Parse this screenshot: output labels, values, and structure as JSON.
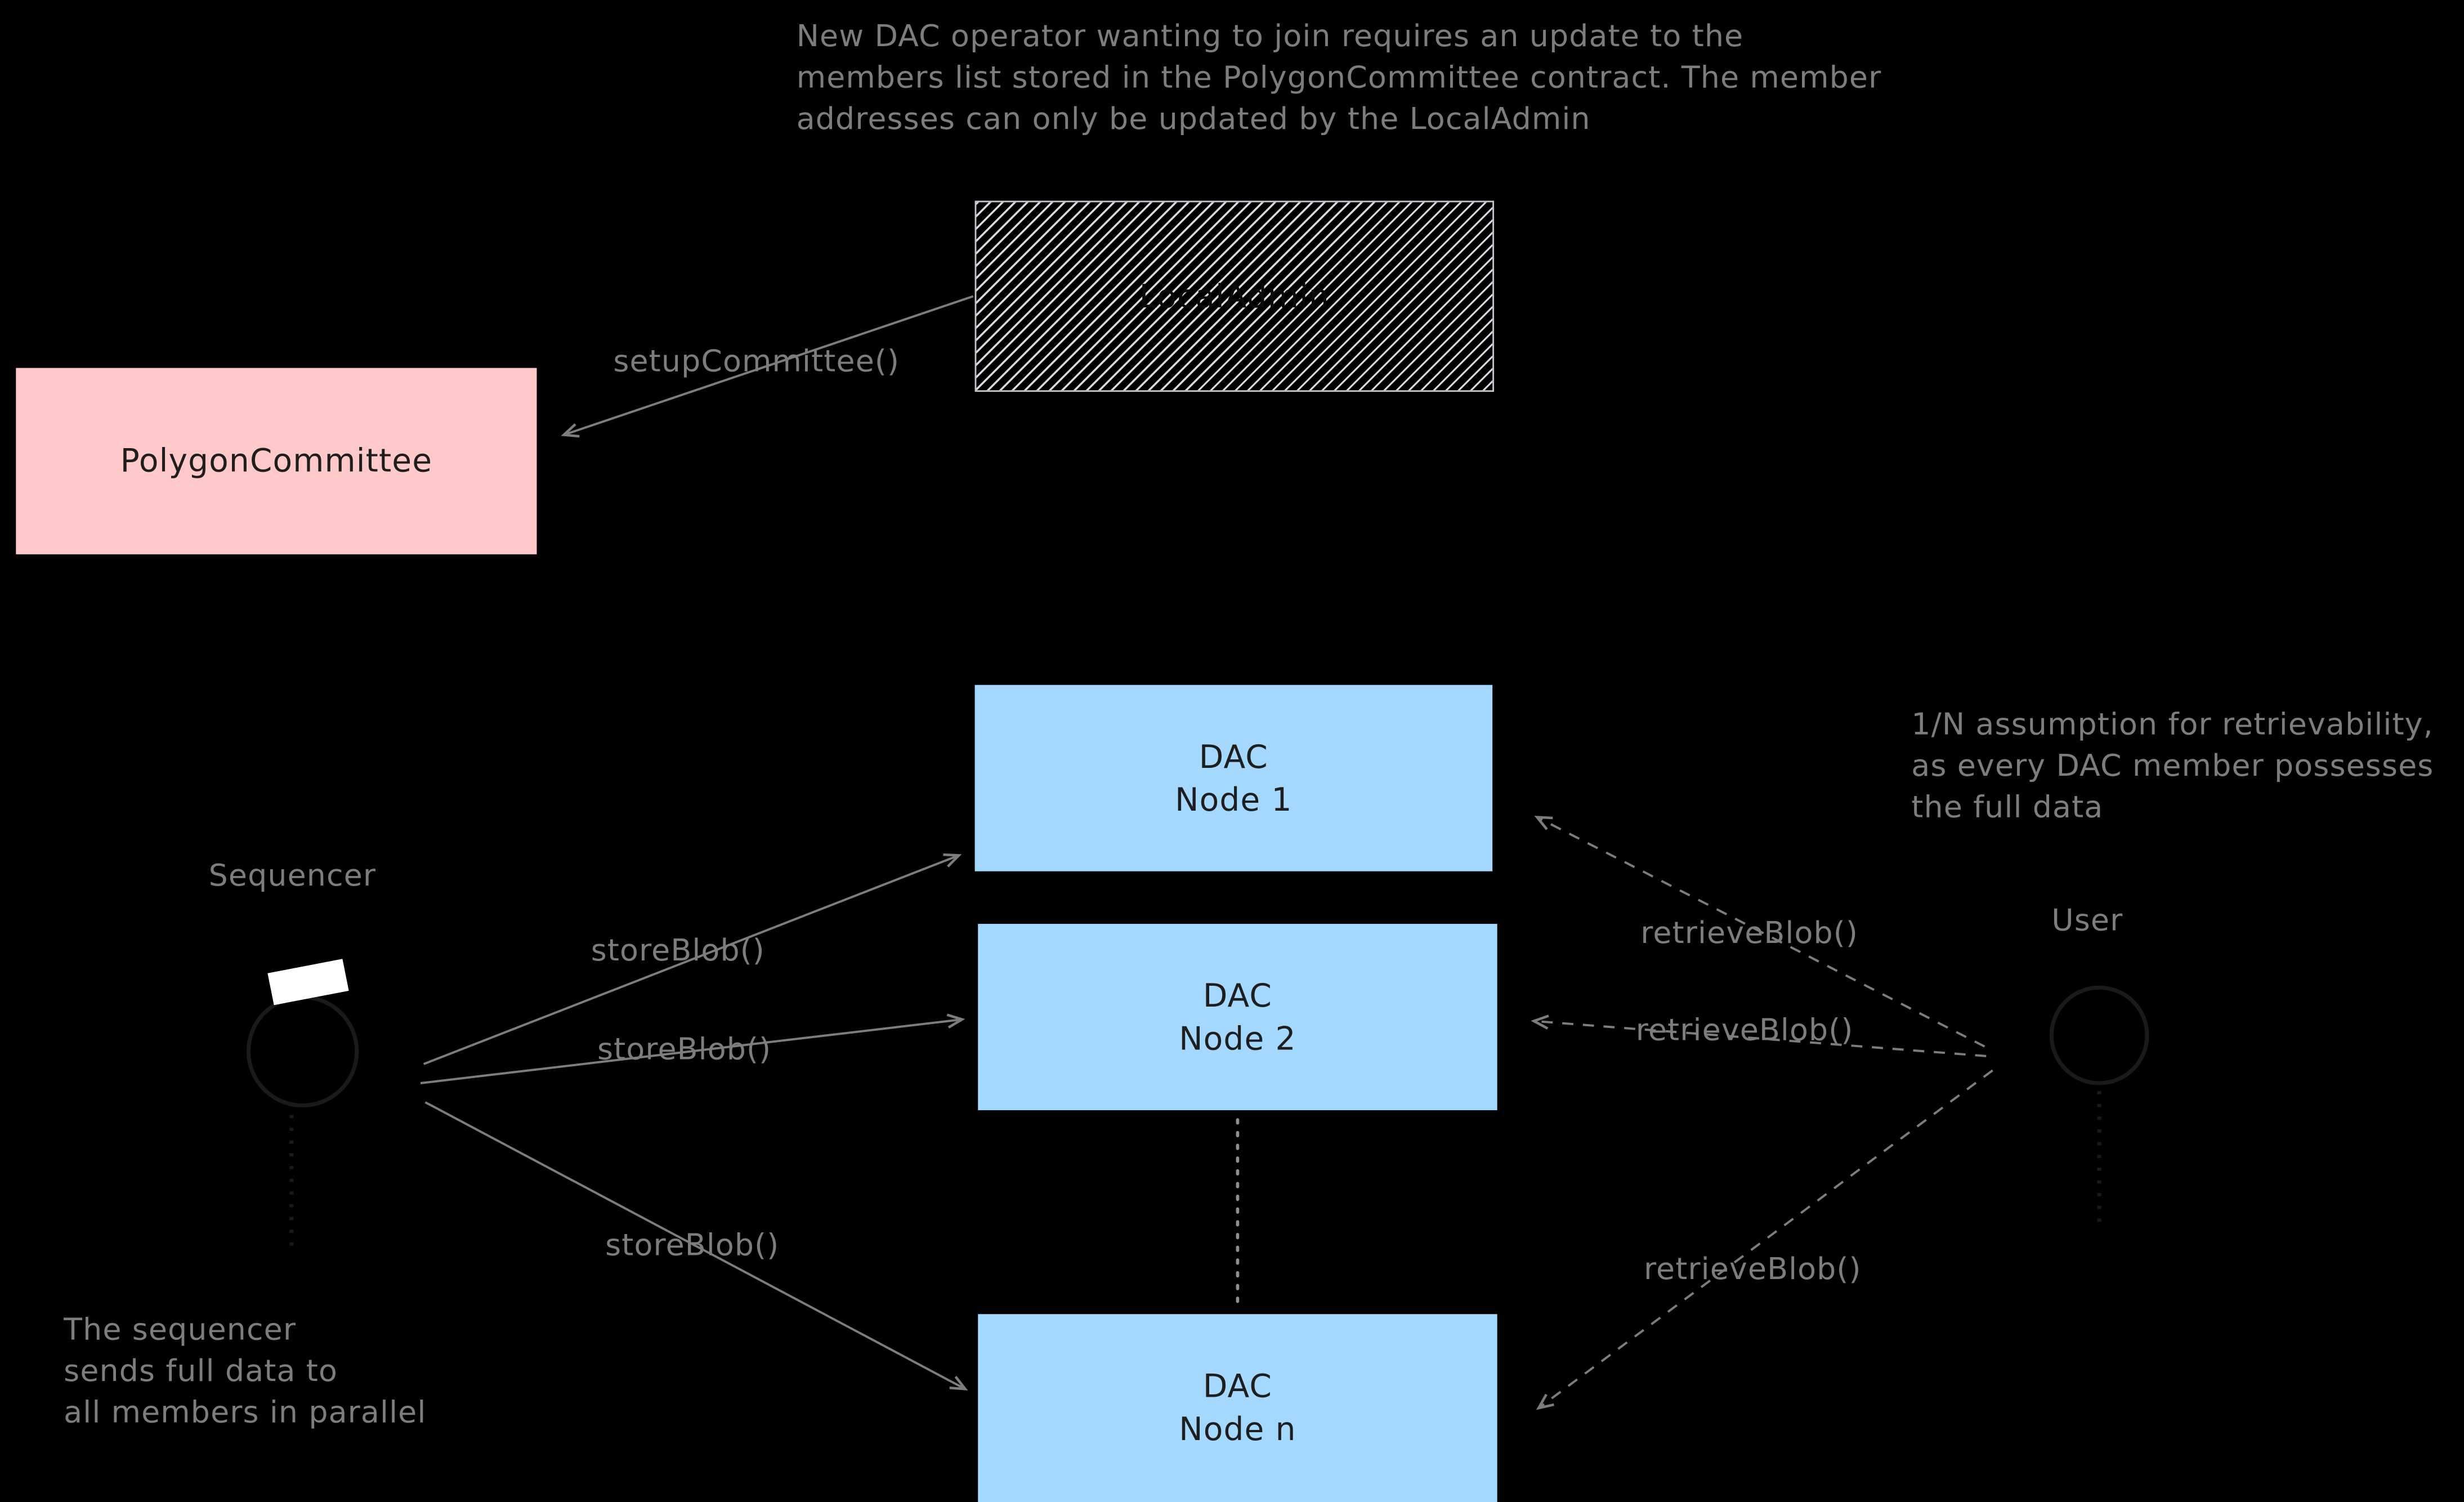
{
  "diagram": {
    "background": "#000000",
    "notes": {
      "top": {
        "lines": [
          "New DAC operator wanting to join requires an update to the",
          "members list stored in the PolygonCommittee contract. The member",
          "addresses can only be updated by the LocalAdmin"
        ]
      },
      "right": {
        "lines": [
          "1/N assumption for retrievability,",
          "as every DAC member possesses",
          "the full data"
        ]
      },
      "bottom_left": {
        "lines": [
          "The sequencer",
          "sends full data to",
          "all members in parallel"
        ]
      }
    },
    "boxes": {
      "polygon_committee": {
        "label": "PolygonCommittee",
        "fill": "#ffc9c9"
      },
      "local_admin": {
        "label": "LocalAdmin",
        "fill": "hatched"
      },
      "dac_node_1": {
        "line1": "DAC",
        "line2": "Node 1",
        "fill": "#a5d8ff"
      },
      "dac_node_2": {
        "line1": "DAC",
        "line2": "Node 2",
        "fill": "#a5d8ff"
      },
      "dac_node_n": {
        "line1": "DAC",
        "line2": "Node n",
        "fill": "#a5d8ff"
      }
    },
    "actors": {
      "sequencer": {
        "label": "Sequencer"
      },
      "user": {
        "label": "User"
      }
    },
    "edges": {
      "setup_committee": {
        "label": "setupCommittee()",
        "style": "solid"
      },
      "store_blob_1": {
        "label": "storeBlob()",
        "style": "solid"
      },
      "store_blob_2": {
        "label": "storeBlob()",
        "style": "solid"
      },
      "store_blob_n": {
        "label": "storeBlob()",
        "style": "solid"
      },
      "retrieve_blob_1": {
        "label": "retrieveBlob()",
        "style": "dashed"
      },
      "retrieve_blob_2": {
        "label": "retrieveBlob()",
        "style": "dashed"
      },
      "retrieve_blob_n": {
        "label": "retrieveBlob()",
        "style": "dashed"
      }
    },
    "colors": {
      "background": "#000000",
      "note_gray": "#7d7d7d",
      "pink": "#ffc9c9",
      "blue": "#a5d8ff",
      "box_text": "#1e1e1e"
    }
  }
}
